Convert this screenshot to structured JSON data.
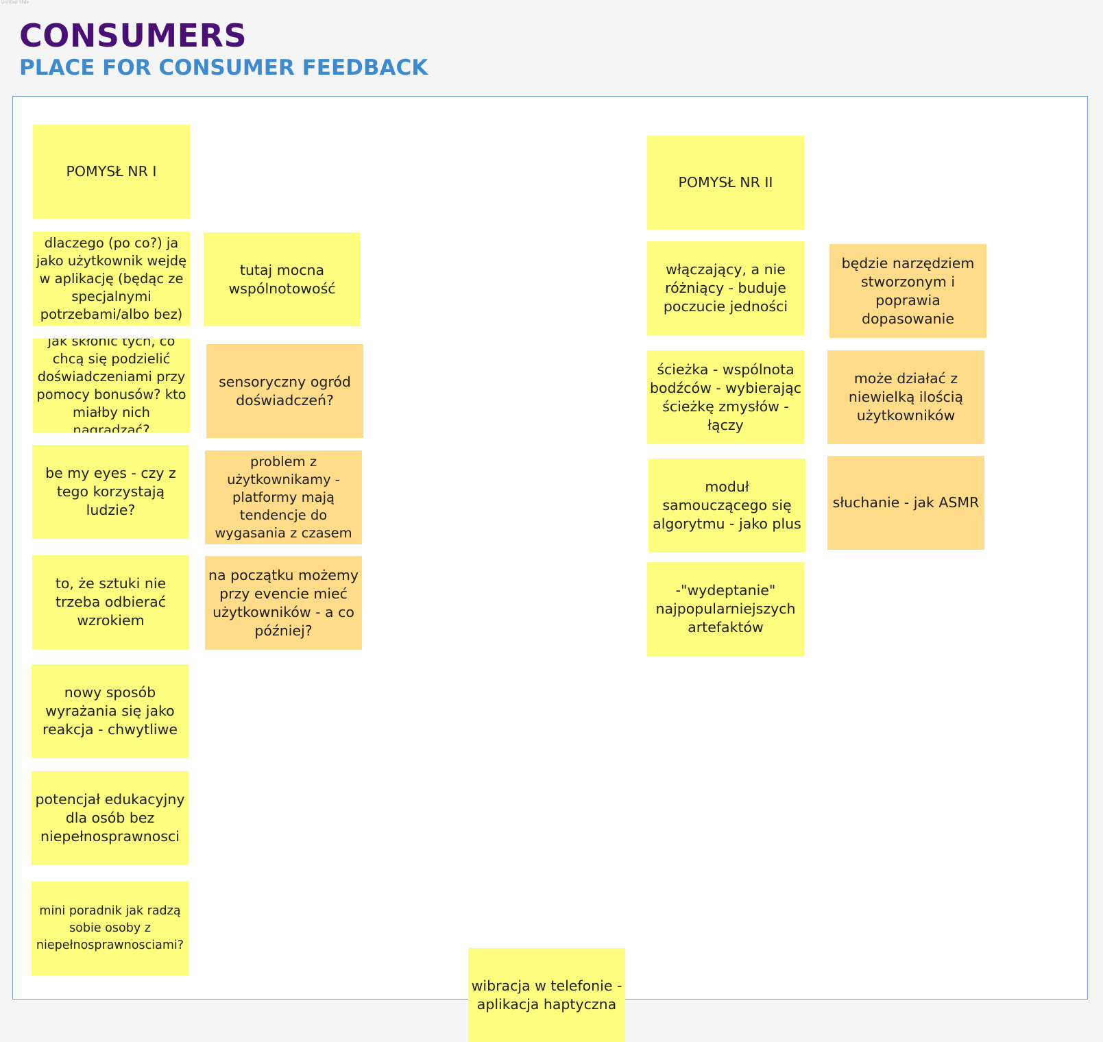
{
  "top_label": "Untitled Slide",
  "header": {
    "title": "CONSUMERS",
    "subtitle": "PLACE FOR CONSUMER FEEDBACK"
  },
  "colors": {
    "title": "#4a1175",
    "subtitle": "#3d8bcd",
    "board_border": "#6c9ecb",
    "note_yellow": "#fdfd80",
    "note_orange": "#ffdc8a"
  },
  "notes": {
    "idea1": "POMYSŁ NR I",
    "idea2": "POMYSŁ NR II",
    "n1": "dlaczego (po co?) ja jako użytkownik wejdę w aplikację (będąc ze specjalnymi potrzebami/albo bez)",
    "n2": "tutaj mocna wspólnotowość",
    "n3": "jak skłonić tych, co chcą się podzielić doświadczeniami przy pomocy bonusów? kto miałby nich nagradzać?",
    "n4": "sensoryczny ogród doświadczeń?",
    "n5": "be my eyes - czy z tego korzystają ludzie?",
    "n6": "problem z użytkownikamy - platformy mają tendencje do wygasania z czasem",
    "n7": "to, że sztuki nie trzeba odbierać wzrokiem",
    "n8": "na początku możemy przy evencie mieć użytkowników - a co później?",
    "n9": "nowy sposób wyrażania się jako reakcja - chwytliwe",
    "n10": "potencjał edukacyjny dla osób bez niepełnosprawnosci",
    "n11": "mini poradnik jak radzą sobie osoby z niepełnosprawnosciami?",
    "n12": "wibracja w telefonie - aplikacja haptyczna",
    "n13": "włączający, a nie różniący - buduje poczucie jedności",
    "n14": "będzie narzędziem stworzonym i poprawia dopasowanie",
    "n15": "ścieżka - wspólnota bodźców - wybierając ścieżkę zmysłów - łączy",
    "n16": "może działać z niewielką ilością użytkowników",
    "n17": "moduł samouczącego się algorytmu - jako plus",
    "n18": "słuchanie - jak ASMR",
    "n19": "-\"wydeptanie\" najpopularniejszych artefaktów"
  }
}
